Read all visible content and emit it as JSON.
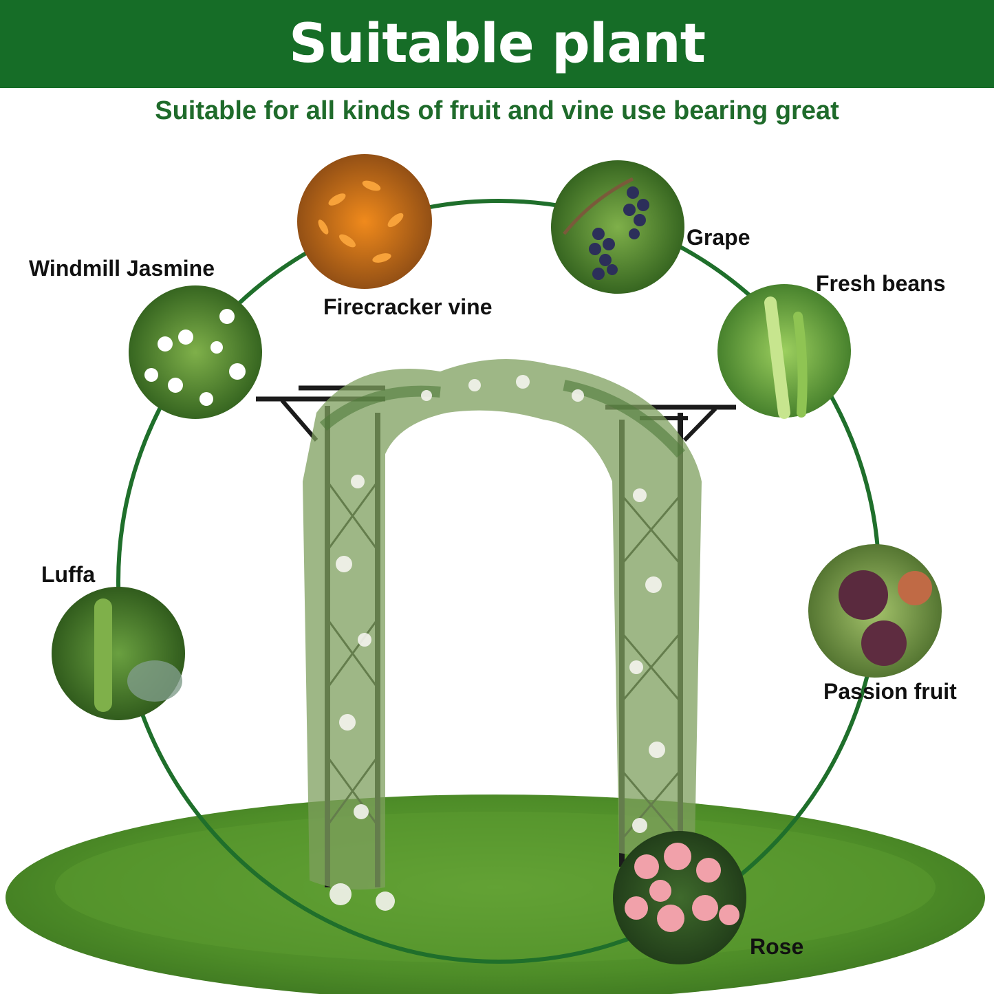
{
  "header": {
    "title": "Suitable plant",
    "subtitle": "Suitable for all kinds of fruit and vine use bearing great"
  },
  "colors": {
    "banner": "#166d27",
    "ring": "#1f6f2b",
    "subtitle": "#1f6b2b",
    "grass": "#4f8f2a"
  },
  "plants": [
    {
      "label": "Firecracker vine",
      "icon": "firecracker-vine-photo"
    },
    {
      "label": "Grape",
      "icon": "grape-photo"
    },
    {
      "label": "Windmill Jasmine",
      "icon": "windmill-jasmine-photo"
    },
    {
      "label": "Fresh beans",
      "icon": "fresh-beans-photo"
    },
    {
      "label": "Luffa",
      "icon": "luffa-photo"
    },
    {
      "label": "Passion fruit",
      "icon": "passion-fruit-photo"
    },
    {
      "label": "Rose",
      "icon": "rose-photo"
    }
  ],
  "center_image": {
    "icon": "garden-arch-photo"
  }
}
